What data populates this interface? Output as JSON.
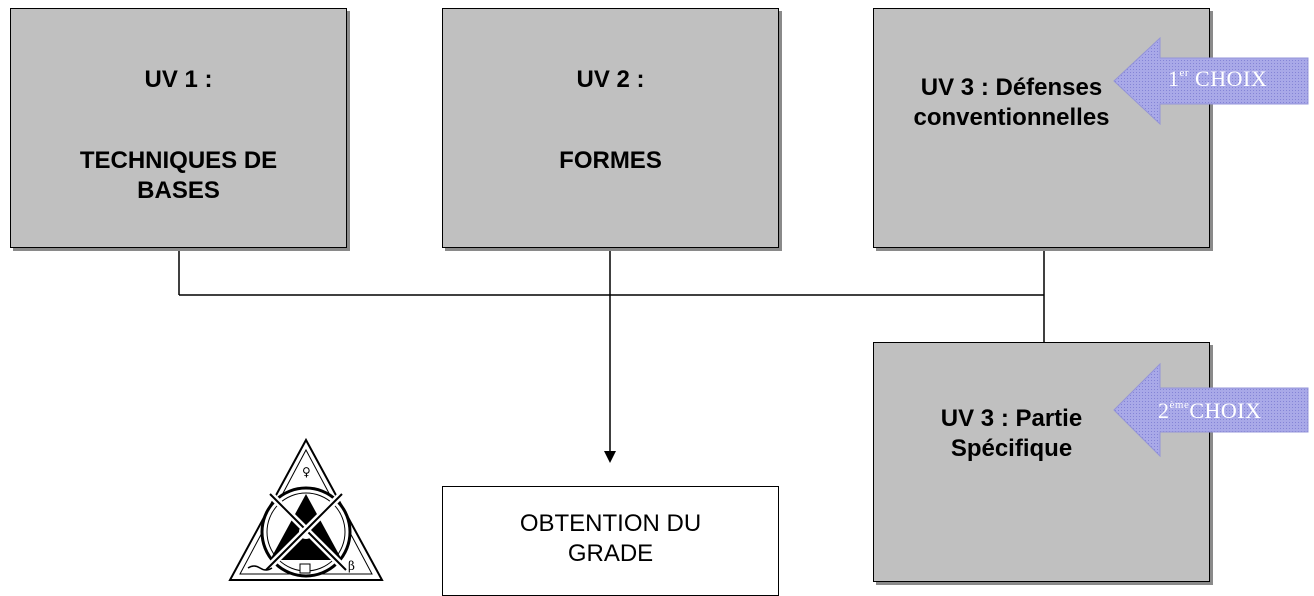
{
  "boxes": {
    "uv1": {
      "heading": "UV 1 :",
      "subtitle": "TECHNIQUES DE BASES"
    },
    "uv2": {
      "heading": "UV 2 :",
      "subtitle": "FORMES"
    },
    "uv3_conventional": {
      "text": "UV 3 : Défenses conventionnelles"
    },
    "uv3_specific": {
      "text": "UV 3 : Partie Spécifique"
    }
  },
  "result": {
    "text": "OBTENTION DU GRADE"
  },
  "choices": {
    "first": {
      "number": "1",
      "suffix": "er",
      "label": " CHOIX"
    },
    "second": {
      "number": "2",
      "suffix": "ème",
      "label": "CHOIX"
    }
  },
  "colors": {
    "box_fill": "#c0c0c0",
    "arrow_fill": "#a9a9e8",
    "line": "#000000"
  },
  "icons": {
    "logo": "triangle-crossed-swords-emblem"
  }
}
